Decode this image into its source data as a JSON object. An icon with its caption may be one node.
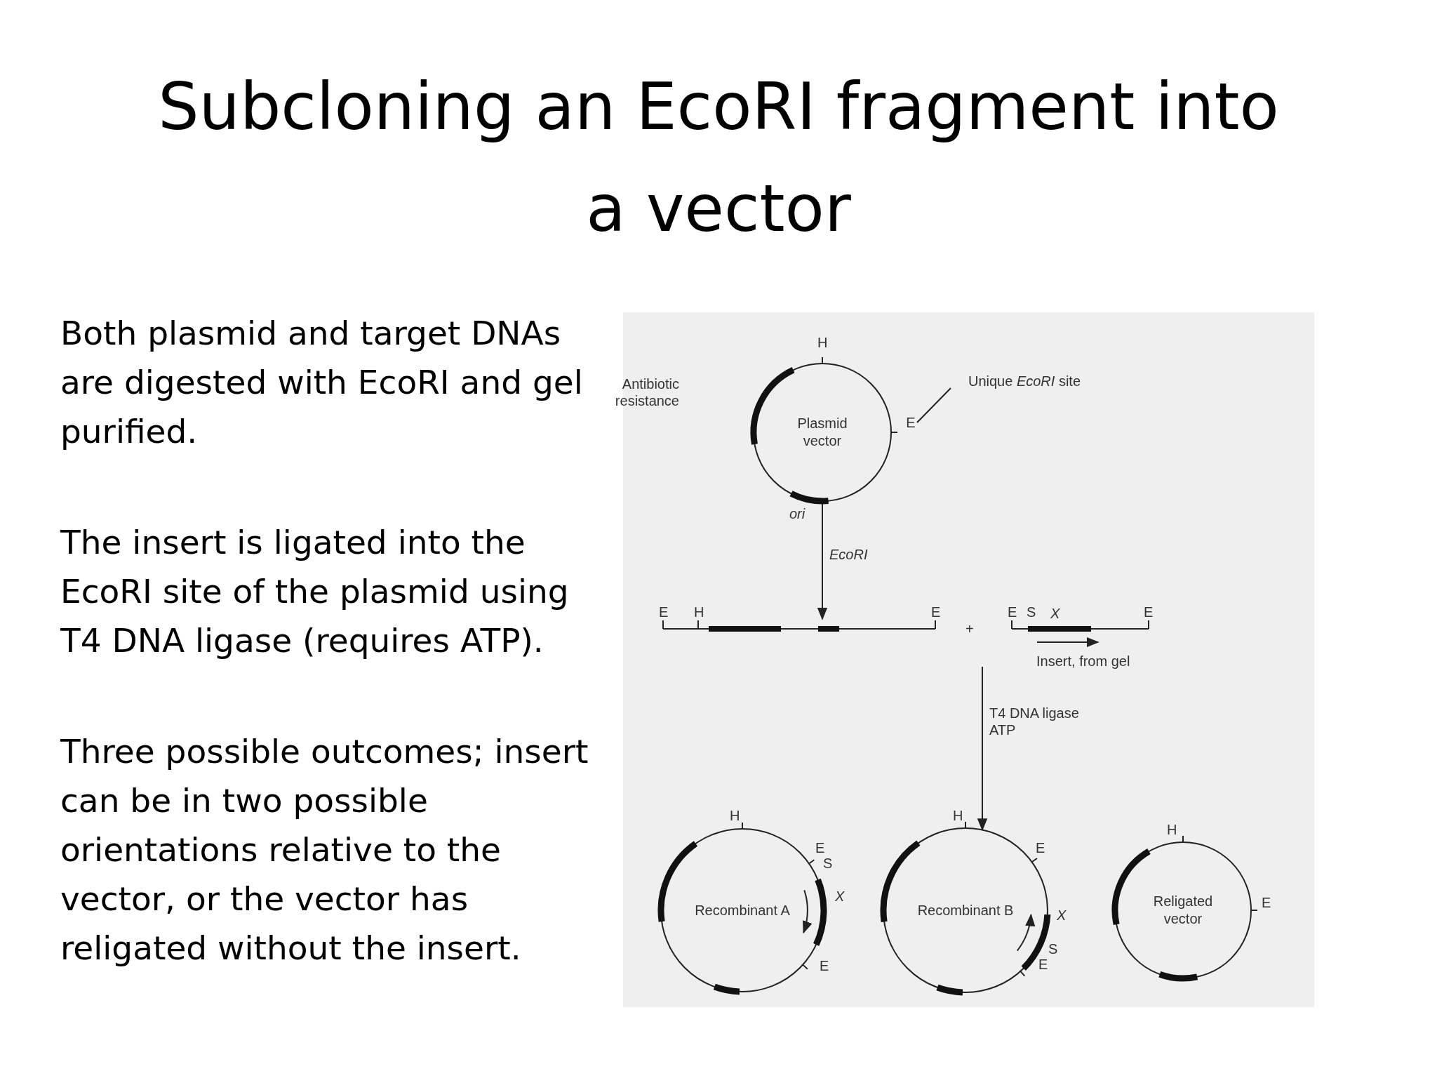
{
  "diagram": {
    "title": "Subcloning an EcoRI fragment into a vector",
    "nodes": [
      {
        "text": [
          "Plasmid vector"
        ]
      },
      {
        "text": [
          "Unique *EcoRI* site"
        ]
      },
      {
        "text": [
          "E"
        ]
      },
      {
        "text": [],
        "shape": "bar"
      },
      {
        "text": [],
        "shape": "bar",
        "beside": [
          "Insert, from gel"
        ]
      },
      {
        "text": [
          "Recombinant A"
        ]
      },
      {
        "text": [
          "Recombinant B"
        ]
      },
      {
        "text": [
          "Religated vector"
        ]
      }
    ],
    "edges": [
      {
        "from": 0,
        "to": 3,
        "arrow": "to",
        "label": "EcoRI"
      },
      {
        "from": 1,
        "to": 2,
        "arrow": "none"
      },
      {
        "from": null,
        "to": 6,
        "arrow": "to",
        "label": "T4 DNA ligase ATP"
      }
    ],
    "labels": [
      "Both plasmid and target DNAs are digested with EcoRI and gel purified.",
      "The insert is ligated into the EcoRI site of the plasmid using T4 DNA ligase (requires ATP).",
      "Three possible outcomes; insert can be in two possible orientations relative to the vector, or the vector has religated without the insert.",
      "H",
      "Antibiotic resistance",
      "ori",
      "E",
      "H",
      "E",
      "+",
      "E",
      "S",
      "X",
      "E",
      "H",
      "E",
      "S",
      "X",
      "E",
      "H",
      "E",
      "X",
      "S",
      "E",
      "H",
      "E"
    ]
  }
}
